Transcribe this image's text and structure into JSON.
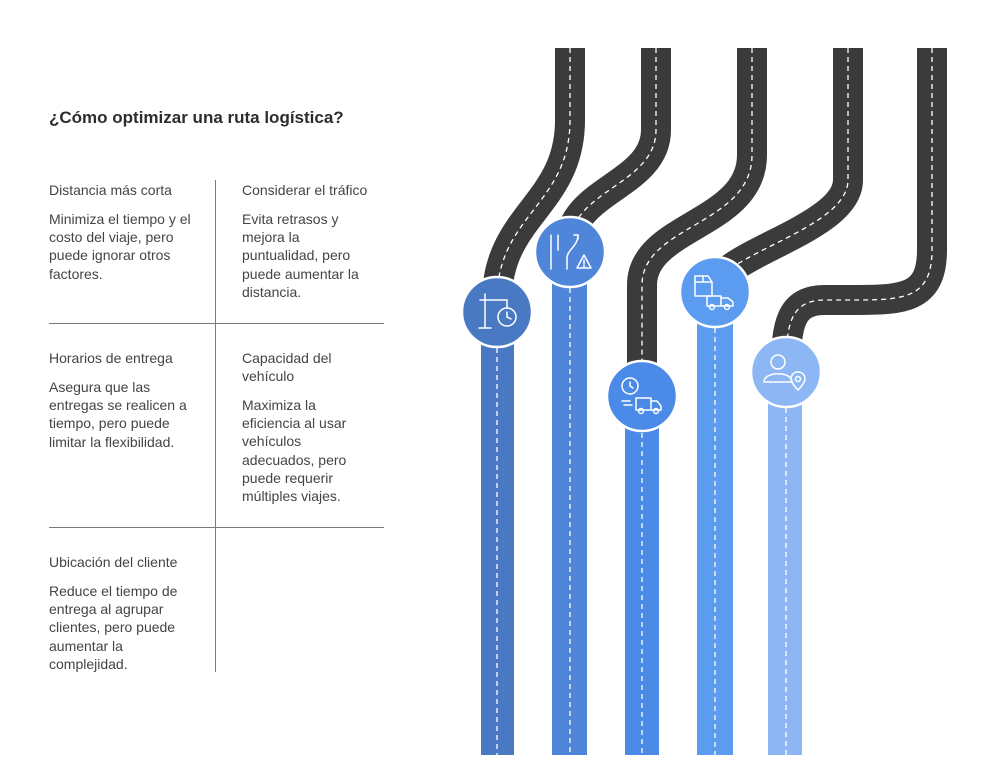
{
  "title": "¿Cómo optimizar una ruta logística?",
  "options": [
    {
      "heading": "Distancia más corta",
      "text": "Minimiza el tiempo y el costo del viaje, pero puede ignorar otros factores."
    },
    {
      "heading": "Considerar el tráfico",
      "text": "Evita retrasos y mejora la puntualidad, pero puede aumentar la distancia."
    },
    {
      "heading": "Horarios de entrega",
      "text": "Asegura que las entregas se realicen a tiempo, pero puede limitar la flexibilidad."
    },
    {
      "heading": "Capacidad del vehículo",
      "text": "Maximiza la eficiencia al usar vehículos adecuados, pero puede requerir múltiples viajes."
    },
    {
      "heading": "Ubicación del cliente",
      "text": "Reduce el tiempo de entrega al agrupar clientes, pero puede aumentar la complejidad."
    }
  ],
  "colors": {
    "road": "#3b3b3b",
    "lane_marking": "#ffffff",
    "route_1": "#4a79c4",
    "route_2": "#4f86d9",
    "route_3": "#4b8ae6",
    "route_4": "#5b9bf0",
    "route_5": "#8db7f4"
  },
  "icons": [
    "signpost-clock-icon",
    "road-warning-icon",
    "clock-delivery-truck-icon",
    "package-truck-icon",
    "customer-location-icon"
  ]
}
